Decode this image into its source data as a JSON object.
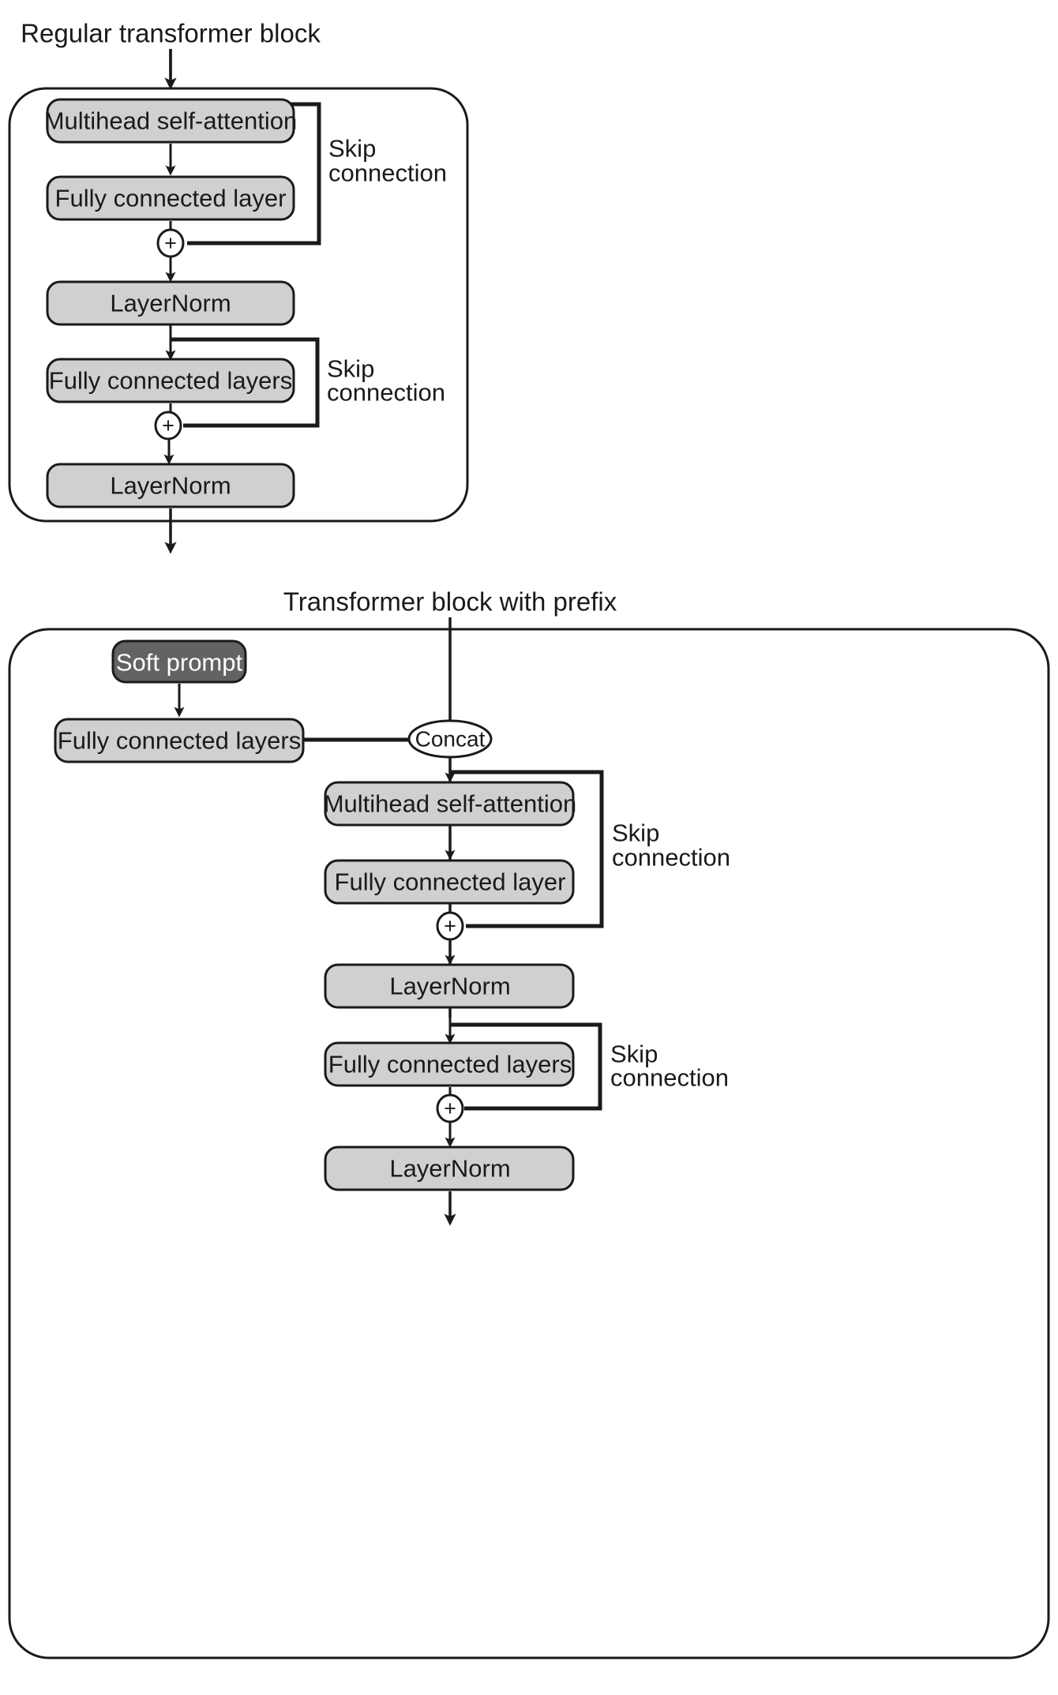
{
  "figure": {
    "kind": "diagram",
    "description": "Comparison of a regular transformer block and a transformer block with prefix (soft prompt) tuning"
  },
  "colors": {
    "box_fill": "#d0d0d0",
    "box_dark_fill": "#636363",
    "stroke": "#1a1a1a",
    "background": "#ffffff",
    "dark_box_text": "#ffffff"
  },
  "panels": [
    {
      "id": "regular-transformer-block",
      "title": "Regular transformer block",
      "boxes": [
        {
          "id": "mhsa",
          "label": "Multihead self-attention",
          "style": "light"
        },
        {
          "id": "fc-layer",
          "label": "Fully connected layer",
          "style": "light"
        },
        {
          "id": "layernorm-1",
          "label": "LayerNorm",
          "style": "light"
        },
        {
          "id": "fc-layers",
          "label": "Fully connected layers",
          "style": "light"
        },
        {
          "id": "layernorm-2",
          "label": "LayerNorm",
          "style": "light"
        }
      ],
      "adders": [
        {
          "id": "add-1",
          "glyph": "+"
        },
        {
          "id": "add-2",
          "glyph": "+"
        }
      ],
      "skip_connections": [
        {
          "id": "skip-1",
          "line1": "Skip",
          "line2": "connection"
        },
        {
          "id": "skip-2",
          "line1": "Skip",
          "line2": "connection"
        }
      ]
    },
    {
      "id": "transformer-block-with-prefix",
      "title": "Transformer block with prefix",
      "boxes": [
        {
          "id": "soft-prompt",
          "label": "Soft prompt",
          "style": "dark"
        },
        {
          "id": "prefix-fc-layers",
          "label": "Fully connected layers",
          "style": "light"
        },
        {
          "id": "mhsa",
          "label": "Multihead self-attention",
          "style": "light"
        },
        {
          "id": "fc-layer",
          "label": "Fully connected layer",
          "style": "light"
        },
        {
          "id": "layernorm-1",
          "label": "LayerNorm",
          "style": "light"
        },
        {
          "id": "fc-layers",
          "label": "Fully connected layers",
          "style": "light"
        },
        {
          "id": "layernorm-2",
          "label": "LayerNorm",
          "style": "light"
        }
      ],
      "concat": {
        "id": "concat",
        "label": "Concat"
      },
      "adders": [
        {
          "id": "add-1",
          "glyph": "+"
        },
        {
          "id": "add-2",
          "glyph": "+"
        }
      ],
      "skip_connections": [
        {
          "id": "skip-1",
          "line1": "Skip",
          "line2": "connection"
        },
        {
          "id": "skip-2",
          "line1": "Skip",
          "line2": "connection"
        }
      ]
    }
  ]
}
